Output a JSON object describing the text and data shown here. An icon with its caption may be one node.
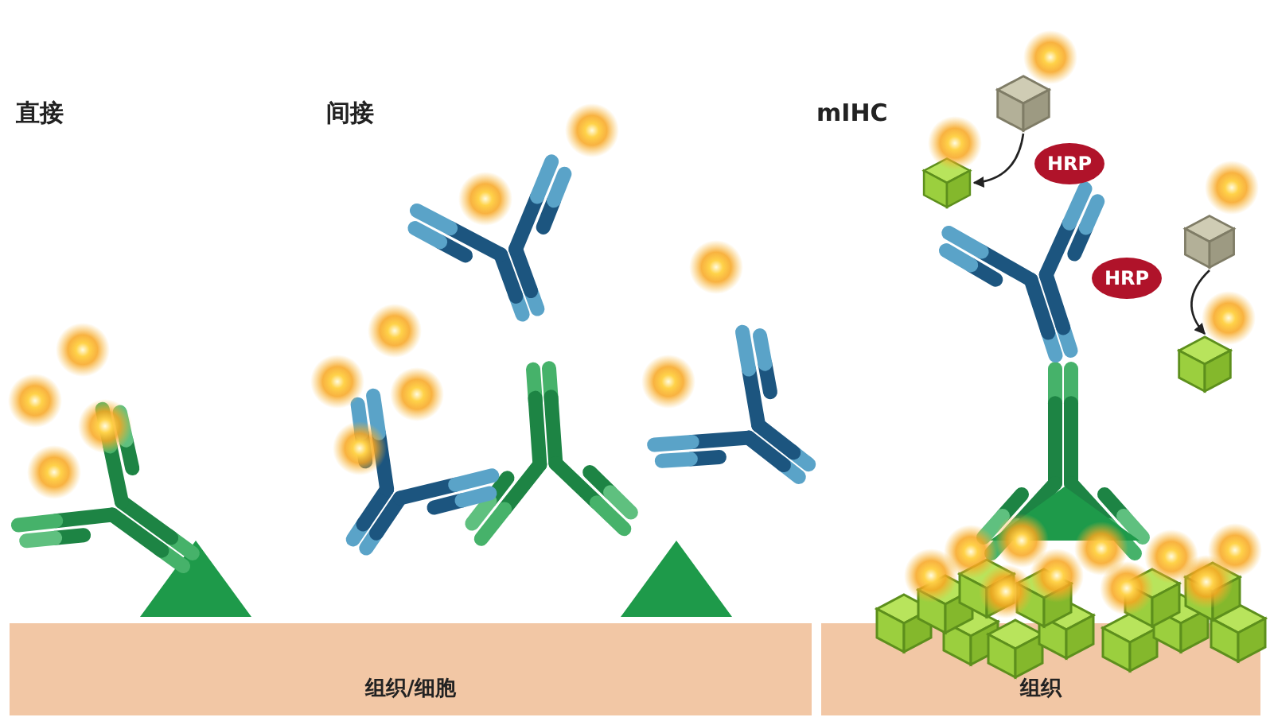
{
  "diagram": {
    "nodes": [
      {
        "text": [
          "组织/细胞"
        ]
      },
      {
        "text": [
          "组织"
        ]
      },
      {
        "text": [
          "HRP"
        ]
      },
      {
        "text": [
          "HRP"
        ]
      },
      {
        "text": [],
        "shape": "cube"
      },
      {
        "text": [],
        "shape": "cube"
      },
      {
        "text": [],
        "shape": "cube"
      },
      {
        "text": [],
        "shape": "cube"
      }
    ],
    "edges": [
      {
        "from": 4,
        "to": 5,
        "arrow": "to"
      },
      {
        "from": 6,
        "to": 7,
        "arrow": "to"
      }
    ],
    "labels": [
      "直接",
      "间接",
      "mIHC"
    ]
  }
}
